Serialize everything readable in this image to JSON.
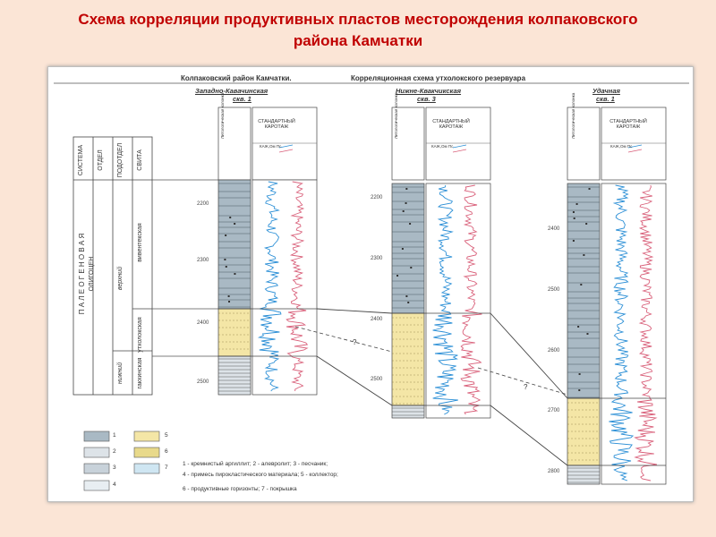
{
  "slide": {
    "title_line1": "Схема  корреляции продуктивных пластов  месторождения колпаковского",
    "title_line2": "района Камчатки"
  },
  "figure": {
    "region_caption": "Колпаковский район Камчатки.",
    "scheme_caption": "Корреляционная схема утхолокского резервуара",
    "wells": [
      {
        "name": "Западно-Кавачинская",
        "number": "скв. 1",
        "lith_header": "Литологическая колонка",
        "log_header": "СТАНДАРТНЫЙ КАРОТАЖ",
        "depths": [
          "2200",
          "2300",
          "2400",
          "2500"
        ]
      },
      {
        "name": "Нижне-Квакчикская",
        "number": "скв. 3",
        "lith_header": "Литологическая колонка",
        "log_header": "СТАНДАРТНЫЙ КАРОТАЖ",
        "depths": [
          "2200",
          "2300",
          "2400",
          "2500"
        ]
      },
      {
        "name": "Удачная",
        "number": "скв. 1",
        "lith_header": "Литологическая колонка",
        "log_header": "СТАНДАРТНЫЙ КАРОТАЖ",
        "depths": [
          "2400",
          "2500",
          "2600",
          "2700",
          "2800"
        ]
      }
    ],
    "strat_headers": [
      "СИСТЕМА",
      "ОТДЕЛ",
      "ПОДОТДЕЛ",
      "СВИТА"
    ],
    "system": "П А Л Е О Г Е Н О В А Я",
    "series": "ОЛИГОЦЕН",
    "subseries": [
      "верхний",
      "нижний"
    ],
    "formations": [
      "вивентекская",
      "утхолокская",
      "гакхинская"
    ],
    "log_legend": "КАЖ,Ом Пс",
    "question_marks": [
      "?",
      "?"
    ],
    "legend": {
      "numbers": [
        "1",
        "2",
        "3",
        "4",
        "5",
        "6",
        "7"
      ],
      "line1": "1 - кремнистый аргиллит; 2 - алевролит; 3 - песчаник;",
      "line2": "4 - примесь пирокластического материала; 5 - коллектор;",
      "line3": "6 - продуктивные горизонты;  7 - покрышка"
    },
    "colors": {
      "title": "#c00000",
      "background": "#fbe5d6",
      "shale": "#a9b9c4",
      "reservoir": "#f4e6a6",
      "productive": "#e8d98a",
      "cap": "#cfe6f2",
      "resistivity": "#d9607a",
      "sp": "#2b8fd6"
    }
  }
}
